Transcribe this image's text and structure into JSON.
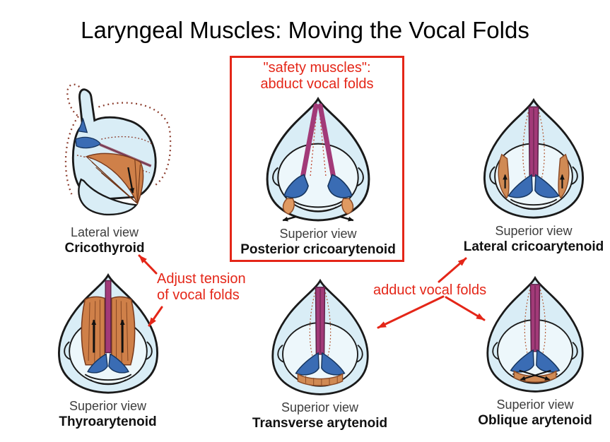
{
  "title": "Laryngeal Muscles: Moving the Vocal Folds",
  "safety_box": {
    "line1": "\"safety muscles\":",
    "line2": "abduct vocal folds"
  },
  "annotations": {
    "adjust_tension_line1": "Adjust tension",
    "adjust_tension_line2": "of vocal folds",
    "adduct": "adduct vocal folds"
  },
  "figures": [
    {
      "view": "Lateral view",
      "name": "Cricothyroid"
    },
    {
      "view": "Superior view",
      "name": "Posterior cricoarytenoid"
    },
    {
      "view": "Superior view",
      "name": "Lateral cricoarytenoid"
    },
    {
      "view": "Superior view",
      "name": "Thyroarytenoid"
    },
    {
      "view": "Superior view",
      "name": "Transverse arytenoid"
    },
    {
      "view": "Superior view",
      "name": "Oblique arytenoid"
    }
  ],
  "colors": {
    "annotation_red": "#e42618",
    "cartilage_blue": "#d9edf6",
    "arytenoid_blue": "#3a6cb4",
    "vocal_fold_magenta": "#a23a78",
    "muscle_orange": "#d08a54",
    "view_label_gray": "#3d3d3d",
    "outline_black": "#1a1a1a"
  }
}
